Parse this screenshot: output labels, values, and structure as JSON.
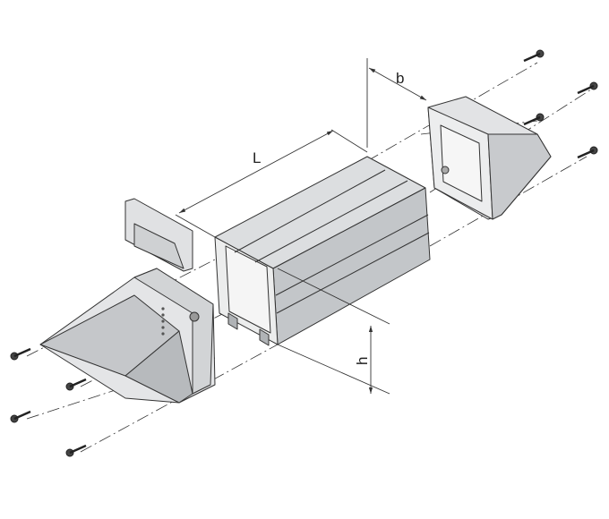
{
  "dimensions": {
    "width_label": "b",
    "length_label": "L",
    "height_label": "h"
  },
  "colors": {
    "light": "#e6e7e9",
    "mid": "#c9cbce",
    "dark": "#a9acb0",
    "line": "#333333"
  }
}
